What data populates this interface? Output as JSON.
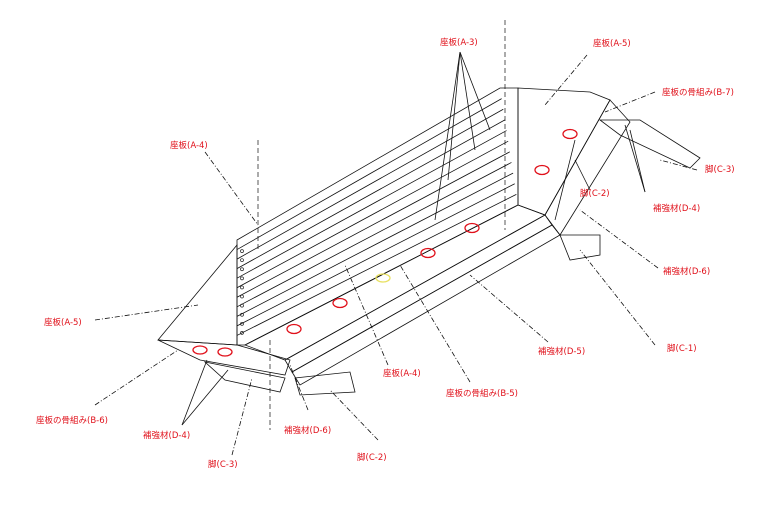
{
  "title": "Bench assembly exploded view",
  "colors": {
    "label": "#e0101a",
    "line": "#111111",
    "highlight": "#e8e060"
  },
  "labels": {
    "a3": "座板(A-3)",
    "a5_right": "座板(A-5)",
    "b7": "座板の骨組み(B-7)",
    "c3_right": "脚(C-3)",
    "c2_right": "脚(C-2)",
    "d4_right": "補強材(D-4)",
    "a4_left": "座板(A-4)",
    "d6_right": "補強材(D-6)",
    "c1": "脚(C-1)",
    "d5": "補強材(D-5)",
    "a5_left": "座板(A-5)",
    "a4_center": "座板(A-4)",
    "b5": "座板の骨組み(B-5)",
    "b6": "座板の骨組み(B-6)",
    "d4_left": "補強材(D-4)",
    "d6_left": "補強材(D-6)",
    "c3_left": "脚(C-3)",
    "c2_left": "脚(C-2)"
  }
}
